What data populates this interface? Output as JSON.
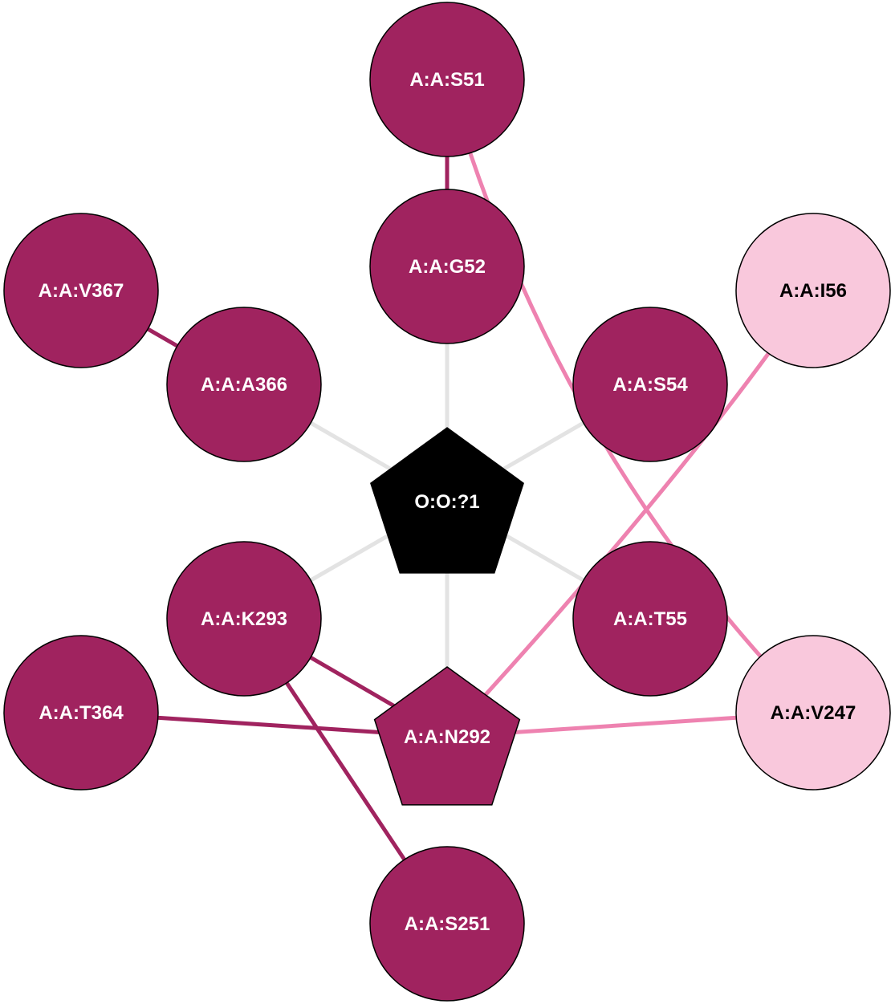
{
  "colors": {
    "residue_dark": "#A0235F",
    "residue_light": "#F9C8DC",
    "ligand": "#000000",
    "edge_gray": "#E3E3E3",
    "edge_dark": "#A0235F",
    "edge_pink": "#EE82B0",
    "label_light": "#FFFFFF",
    "label_dark": "#000000",
    "outline": "#000000"
  },
  "nodes": [
    {
      "id": "lig",
      "label": "O:O:?1",
      "shape": "pentagon",
      "fill": "ligand"
    },
    {
      "id": "N292",
      "label": "A:A:N292",
      "shape": "pentagon",
      "fill": "residue_dark"
    },
    {
      "id": "S51",
      "label": "A:A:S51",
      "shape": "circle",
      "fill": "residue_dark"
    },
    {
      "id": "G52",
      "label": "A:A:G52",
      "shape": "circle",
      "fill": "residue_dark"
    },
    {
      "id": "V367",
      "label": "A:A:V367",
      "shape": "circle",
      "fill": "residue_dark"
    },
    {
      "id": "A366",
      "label": "A:A:A366",
      "shape": "circle",
      "fill": "residue_dark"
    },
    {
      "id": "I56",
      "label": "A:A:I56",
      "shape": "circle",
      "fill": "residue_light"
    },
    {
      "id": "S54",
      "label": "A:A:S54",
      "shape": "circle",
      "fill": "residue_dark"
    },
    {
      "id": "K293",
      "label": "A:A:K293",
      "shape": "circle",
      "fill": "residue_dark"
    },
    {
      "id": "T55",
      "label": "A:A:T55",
      "shape": "circle",
      "fill": "residue_dark"
    },
    {
      "id": "T364",
      "label": "A:A:T364",
      "shape": "circle",
      "fill": "residue_dark"
    },
    {
      "id": "V247",
      "label": "A:A:V247",
      "shape": "circle",
      "fill": "residue_light"
    },
    {
      "id": "S251",
      "label": "A:A:S251",
      "shape": "circle",
      "fill": "residue_dark"
    }
  ],
  "edges": [
    {
      "from": "lig",
      "to": "G52",
      "color": "edge_gray"
    },
    {
      "from": "lig",
      "to": "A366",
      "color": "edge_gray"
    },
    {
      "from": "lig",
      "to": "S54",
      "color": "edge_gray"
    },
    {
      "from": "lig",
      "to": "K293",
      "color": "edge_gray"
    },
    {
      "from": "lig",
      "to": "T55",
      "color": "edge_gray"
    },
    {
      "from": "lig",
      "to": "N292",
      "color": "edge_gray"
    },
    {
      "from": "S51",
      "to": "G52",
      "color": "edge_dark"
    },
    {
      "from": "V367",
      "to": "A366",
      "color": "edge_dark"
    },
    {
      "from": "K293",
      "to": "N292",
      "color": "edge_dark"
    },
    {
      "from": "K293",
      "to": "S251",
      "color": "edge_dark"
    },
    {
      "from": "T364",
      "to": "N292",
      "color": "edge_dark"
    },
    {
      "from": "N292",
      "to": "V247",
      "color": "edge_pink"
    },
    {
      "from": "N292",
      "to": "I56",
      "color": "edge_pink"
    },
    {
      "from": "S51",
      "to": "V247",
      "color": "edge_pink"
    }
  ]
}
